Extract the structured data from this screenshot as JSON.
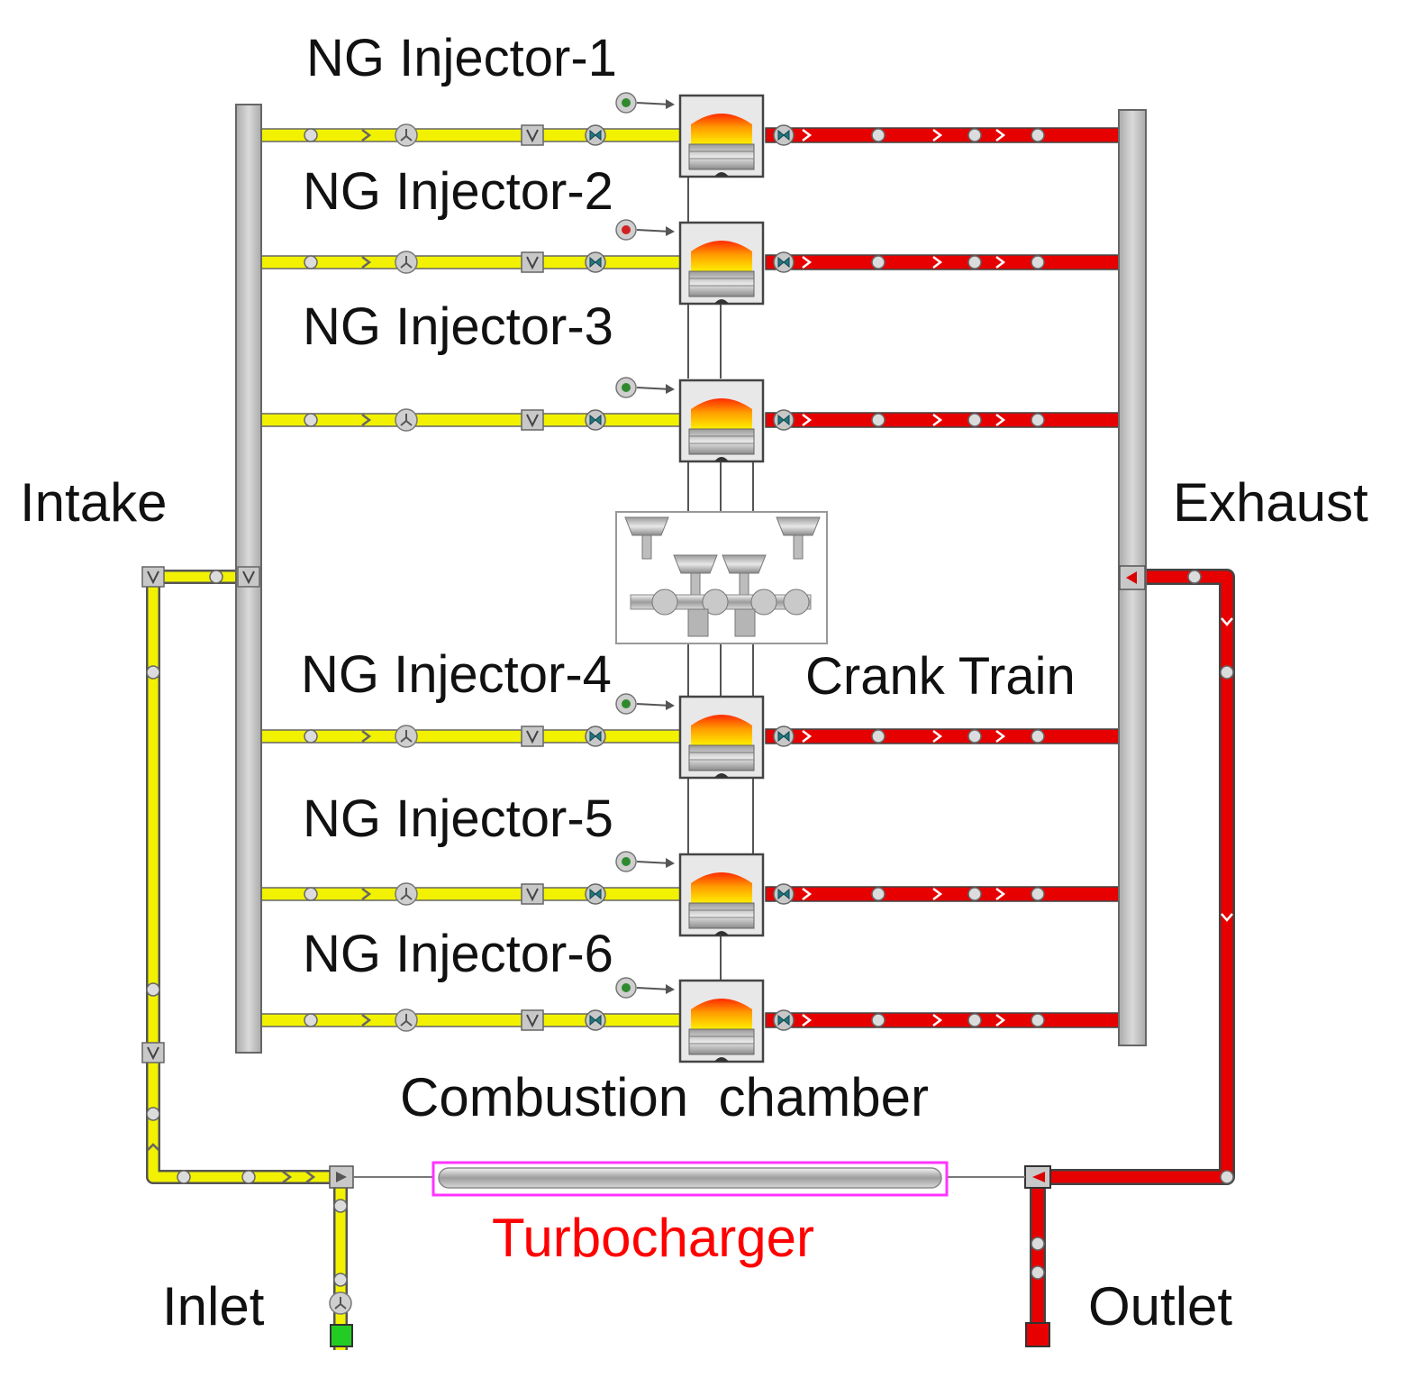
{
  "labels": {
    "injectors": [
      "NG Injector-1",
      "NG Injector-2",
      "NG Injector-3",
      "NG Injector-4",
      "NG Injector-5",
      "NG Injector-6"
    ],
    "intake": "Intake",
    "exhaust": "Exhaust",
    "crank_train": "Crank Train",
    "combustion_chamber": "Combustion  chamber",
    "turbocharger": "Turbocharger",
    "inlet": "Inlet",
    "outlet": "Outlet"
  },
  "colors": {
    "intake_pipe": "#f2f200",
    "exhaust_pipe": "#e60000",
    "manifold": "#c4c4c4",
    "turbocharger_label": "#ff0000",
    "turbocharger_frame": "#ff33ff",
    "inlet_port": "#22cc22"
  },
  "icons": {
    "junction": "junction-node-icon",
    "flow_arrow": "flow-arrow-icon",
    "throttle": "throttle-icon",
    "valve": "valve-icon",
    "injector": "fuel-injector-icon",
    "cylinder": "cylinder-icon",
    "crank": "crank-train-icon"
  }
}
